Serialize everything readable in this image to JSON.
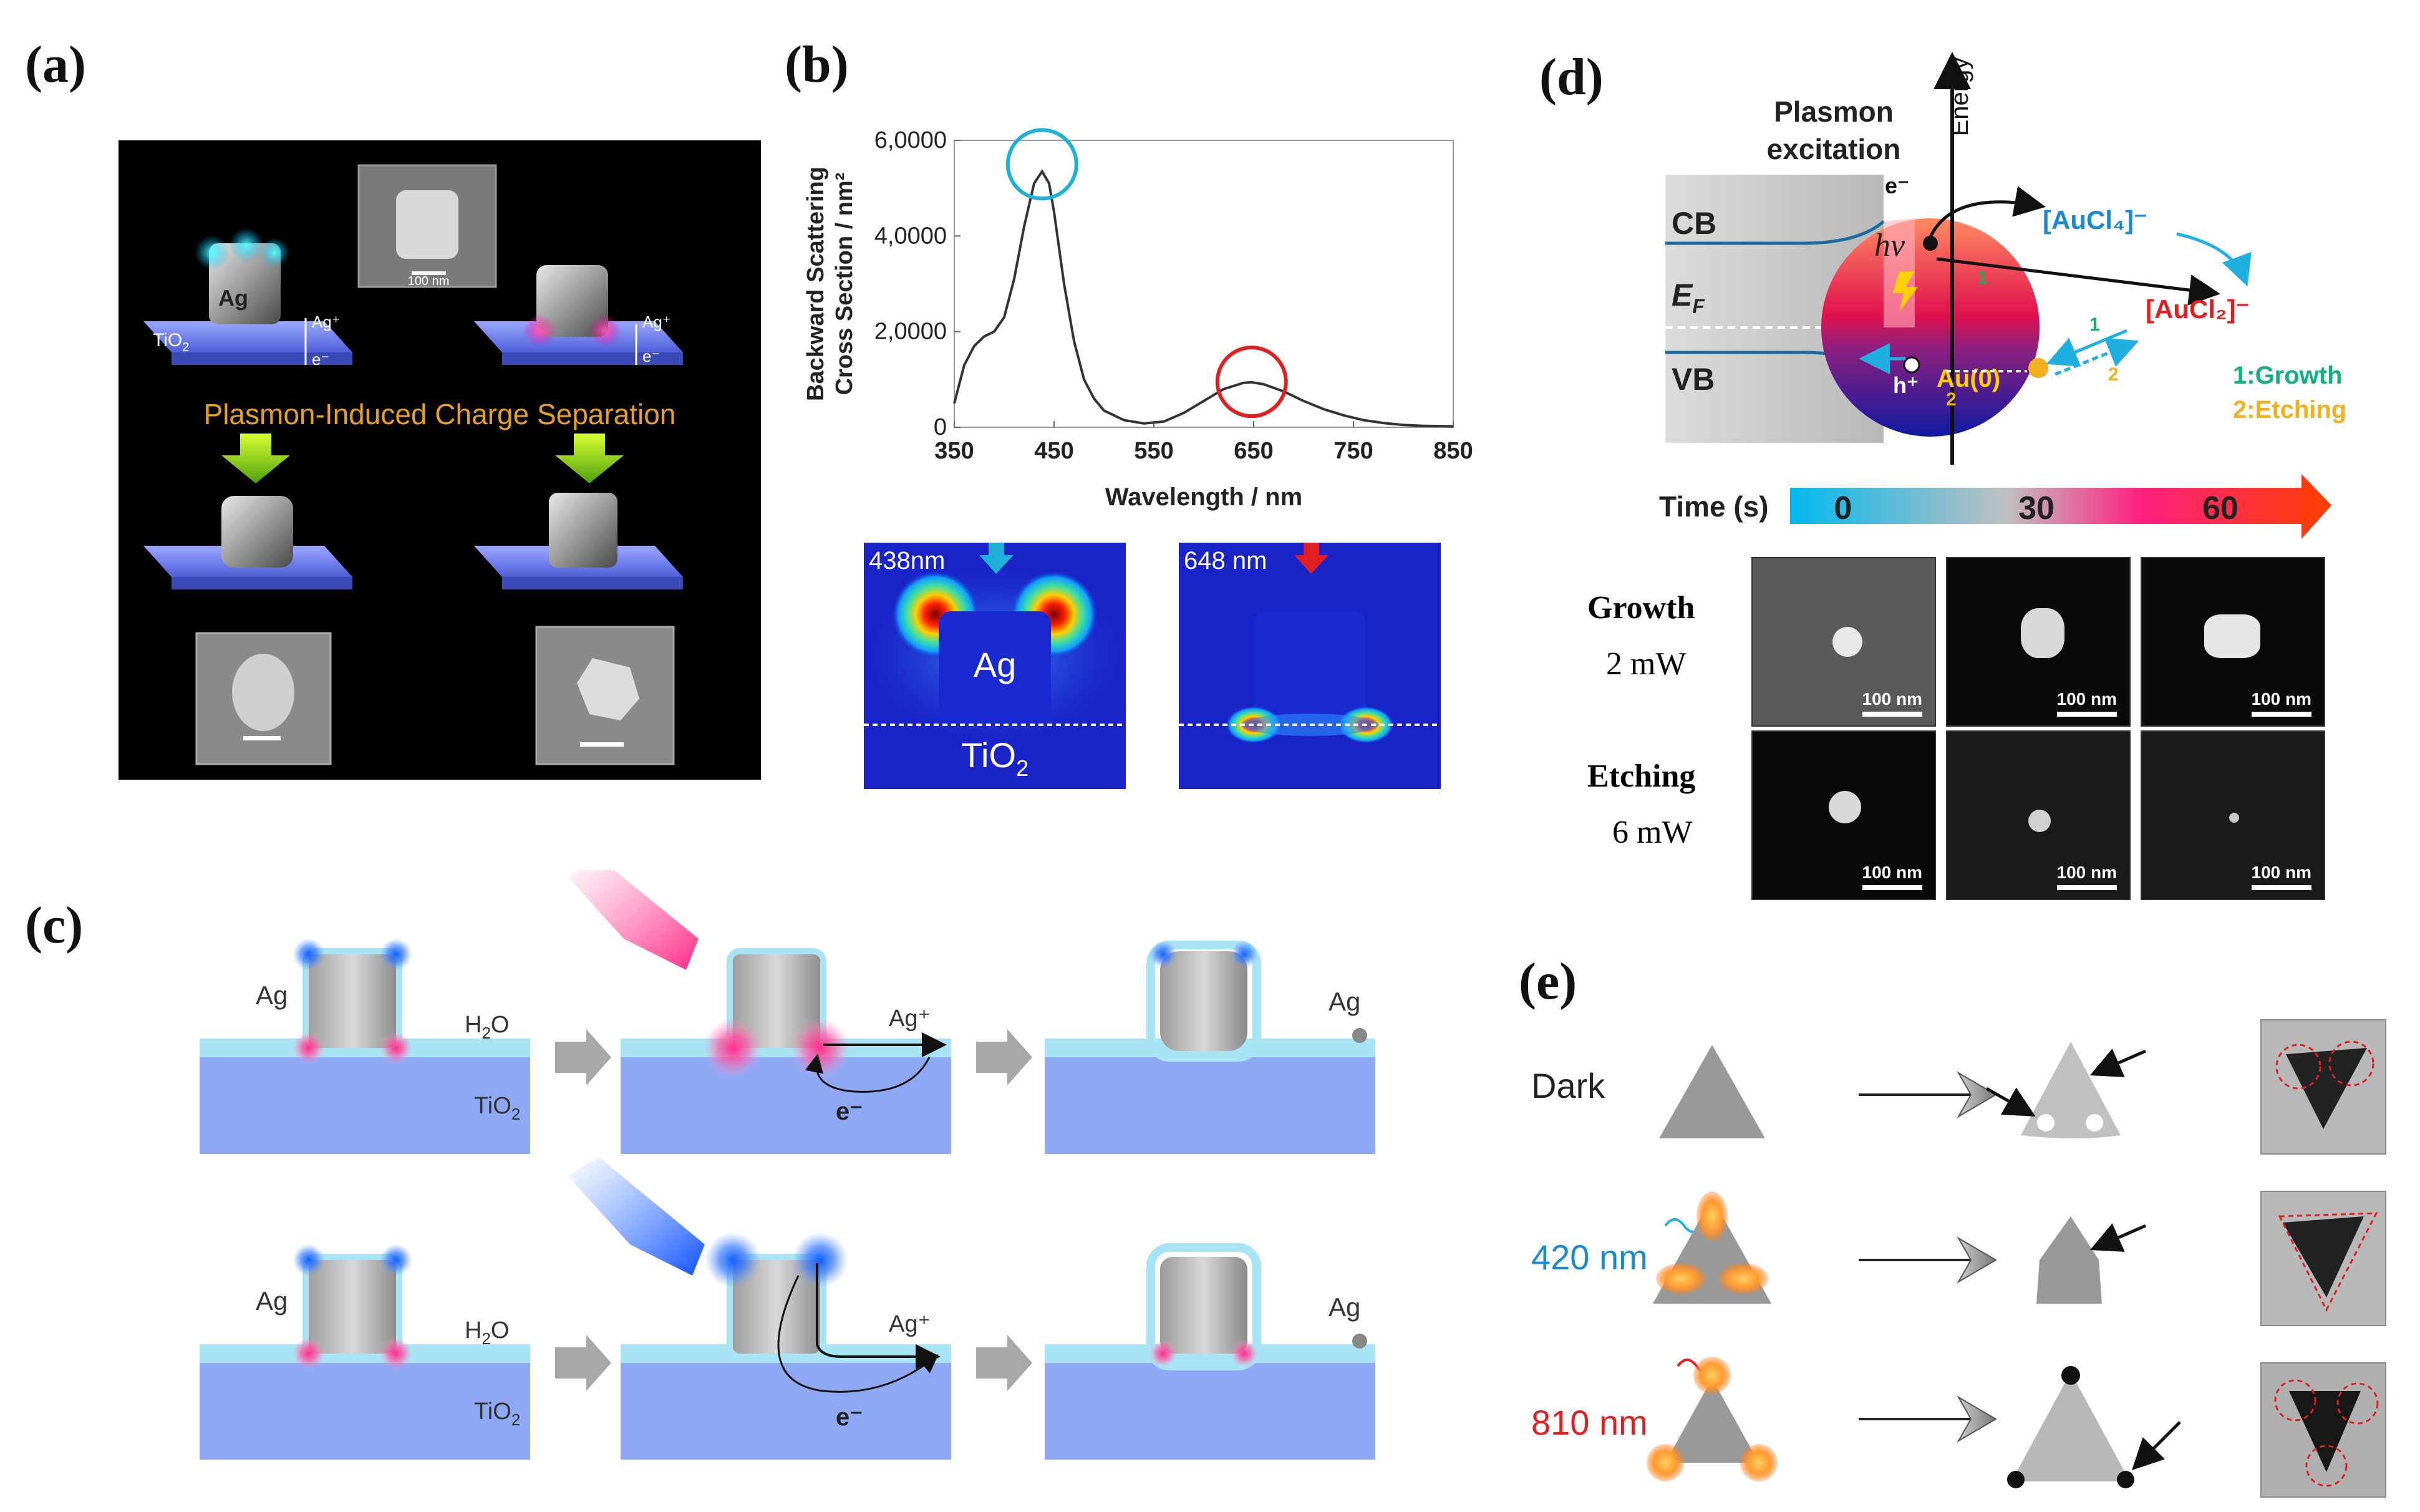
{
  "panels": {
    "a": {
      "label": "(a)",
      "ag": "Ag",
      "tio2": "TiO",
      "tio2_sub": "2",
      "agplus": "Ag⁺",
      "eminus": "e⁻",
      "title": "Plasmon-Induced Charge Separation",
      "scale": "100 nm"
    },
    "b": {
      "label": "(b)",
      "map1_label": "438nm",
      "map2_label": "648 nm",
      "map_ag": "Ag",
      "map_tio2": "TiO",
      "map_tio2_sub": "2"
    },
    "c": {
      "label": "(c)",
      "ag": "Ag",
      "h2o": "H",
      "h2o_sub": "2",
      "h2o_o": "O",
      "tio2": "TiO",
      "tio2_sub": "2",
      "agplus": "Ag⁺",
      "eminus": "e⁻"
    },
    "d": {
      "label": "(d)",
      "plasmon_excitation_1": "Plasmon",
      "plasmon_excitation_2": "excitation",
      "energy": "Energy",
      "cb": "CB",
      "ef": "E",
      "ef_sub": "F",
      "vb": "VB",
      "hv": "hν",
      "e": "e⁻",
      "h": "h⁺",
      "au0": "Au(0)",
      "aucl4": "[AuCl₄]⁻",
      "aucl2": "[AuCl₂]⁻",
      "num1": "1",
      "num2": "2",
      "legend_growth": "1:Growth",
      "legend_etching": "2:Etching",
      "time_label": "Time (s)",
      "time_ticks": [
        "0",
        "30",
        "60"
      ],
      "growth": "Growth",
      "growth_power": "2 mW",
      "etching": "Etching",
      "etching_power": "6 mW",
      "scale": "100 nm"
    },
    "e": {
      "label": "(e)",
      "rows": [
        "Dark",
        "420 nm",
        "810 nm"
      ]
    }
  },
  "chart_data": {
    "type": "line",
    "xlabel": "Wavelength / nm",
    "ylabel": "Backward Scattering Cross Section / nm²",
    "xlim": [
      350,
      850
    ],
    "ylim": [
      0,
      60000
    ],
    "x_ticks": [
      "350",
      "450",
      "550",
      "650",
      "750",
      "850"
    ],
    "y_ticks": [
      "0",
      "2,0000",
      "4,0000",
      "6,0000"
    ],
    "x": [
      350,
      360,
      370,
      380,
      390,
      400,
      410,
      420,
      430,
      438,
      445,
      450,
      460,
      470,
      480,
      490,
      500,
      520,
      540,
      560,
      580,
      600,
      620,
      640,
      648,
      660,
      680,
      700,
      720,
      740,
      760,
      780,
      800,
      820,
      850
    ],
    "y": [
      5000,
      13000,
      17000,
      19000,
      20000,
      23000,
      31000,
      42000,
      51000,
      53500,
      51000,
      45000,
      30000,
      18000,
      10000,
      6000,
      3500,
      1500,
      800,
      1200,
      3000,
      5500,
      8000,
      9300,
      9400,
      9000,
      7500,
      5500,
      3800,
      2500,
      1500,
      900,
      500,
      300,
      200
    ],
    "series_color": "#333333",
    "annotations": [
      {
        "x": 438,
        "y": 55000,
        "shape": "circle",
        "color": "#1fb0d8"
      },
      {
        "x": 648,
        "y": 9500,
        "shape": "circle",
        "color": "#e02020"
      }
    ],
    "grid": false,
    "colors": {
      "cyan": "#1fb0d8",
      "red": "#e02020"
    }
  }
}
